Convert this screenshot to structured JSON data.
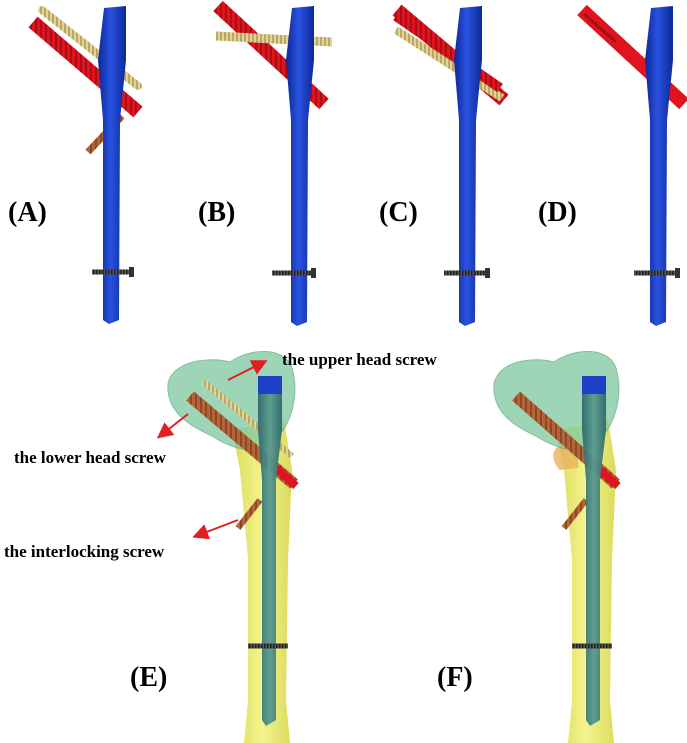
{
  "panels": {
    "a": "(A)",
    "b": "(B)",
    "c": "(C)",
    "d": "(D)",
    "e": "(E)",
    "f": "(F)"
  },
  "annotations": {
    "upper_head_screw": "the upper head screw",
    "lower_head_screw": "the lower head screw",
    "interlocking_screw": "the interlocking screw"
  },
  "colors": {
    "nail": "#1f3fc4",
    "lower_screw": "#e0141e",
    "upper_screw": "#d8c88c",
    "interlocking_screw": "#d99070",
    "distal_screw": "#4a4a4a",
    "bone_shaft": "#e8e860",
    "femoral_head": "#7fc8a0",
    "arrow": "#e02020"
  }
}
